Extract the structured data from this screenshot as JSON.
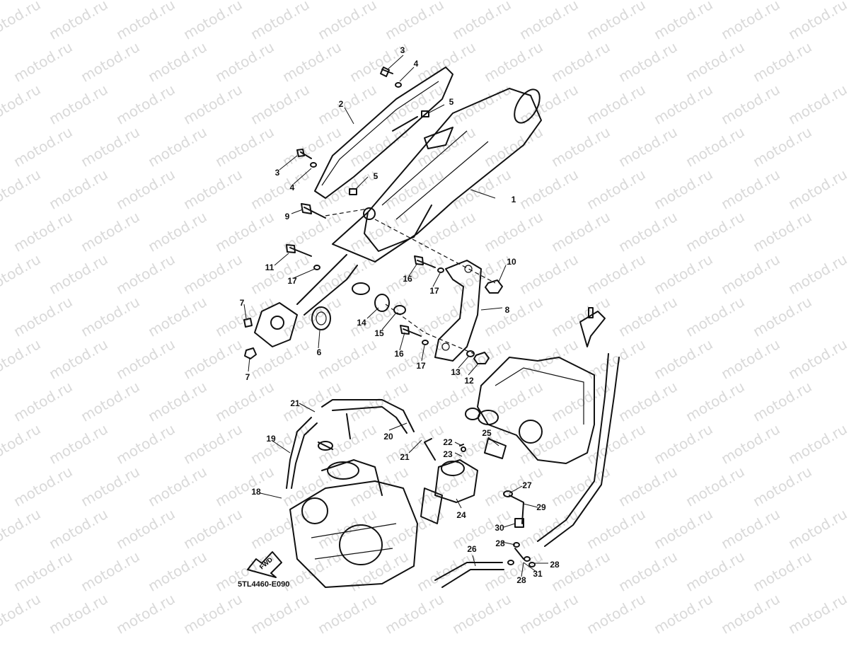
{
  "watermark": "motod.ru",
  "diagram_code": "5TL4460-E090",
  "fwd_label": "FWD",
  "callouts": [
    "1",
    "2",
    "3",
    "3",
    "4",
    "4",
    "5",
    "5",
    "6",
    "7",
    "7",
    "8",
    "9",
    "10",
    "11",
    "12",
    "13",
    "14",
    "15",
    "16",
    "16",
    "17",
    "17",
    "17",
    "18",
    "19",
    "20",
    "21",
    "21",
    "22",
    "23",
    "24",
    "25",
    "26",
    "27",
    "28",
    "28",
    "28",
    "29",
    "30",
    "31"
  ]
}
